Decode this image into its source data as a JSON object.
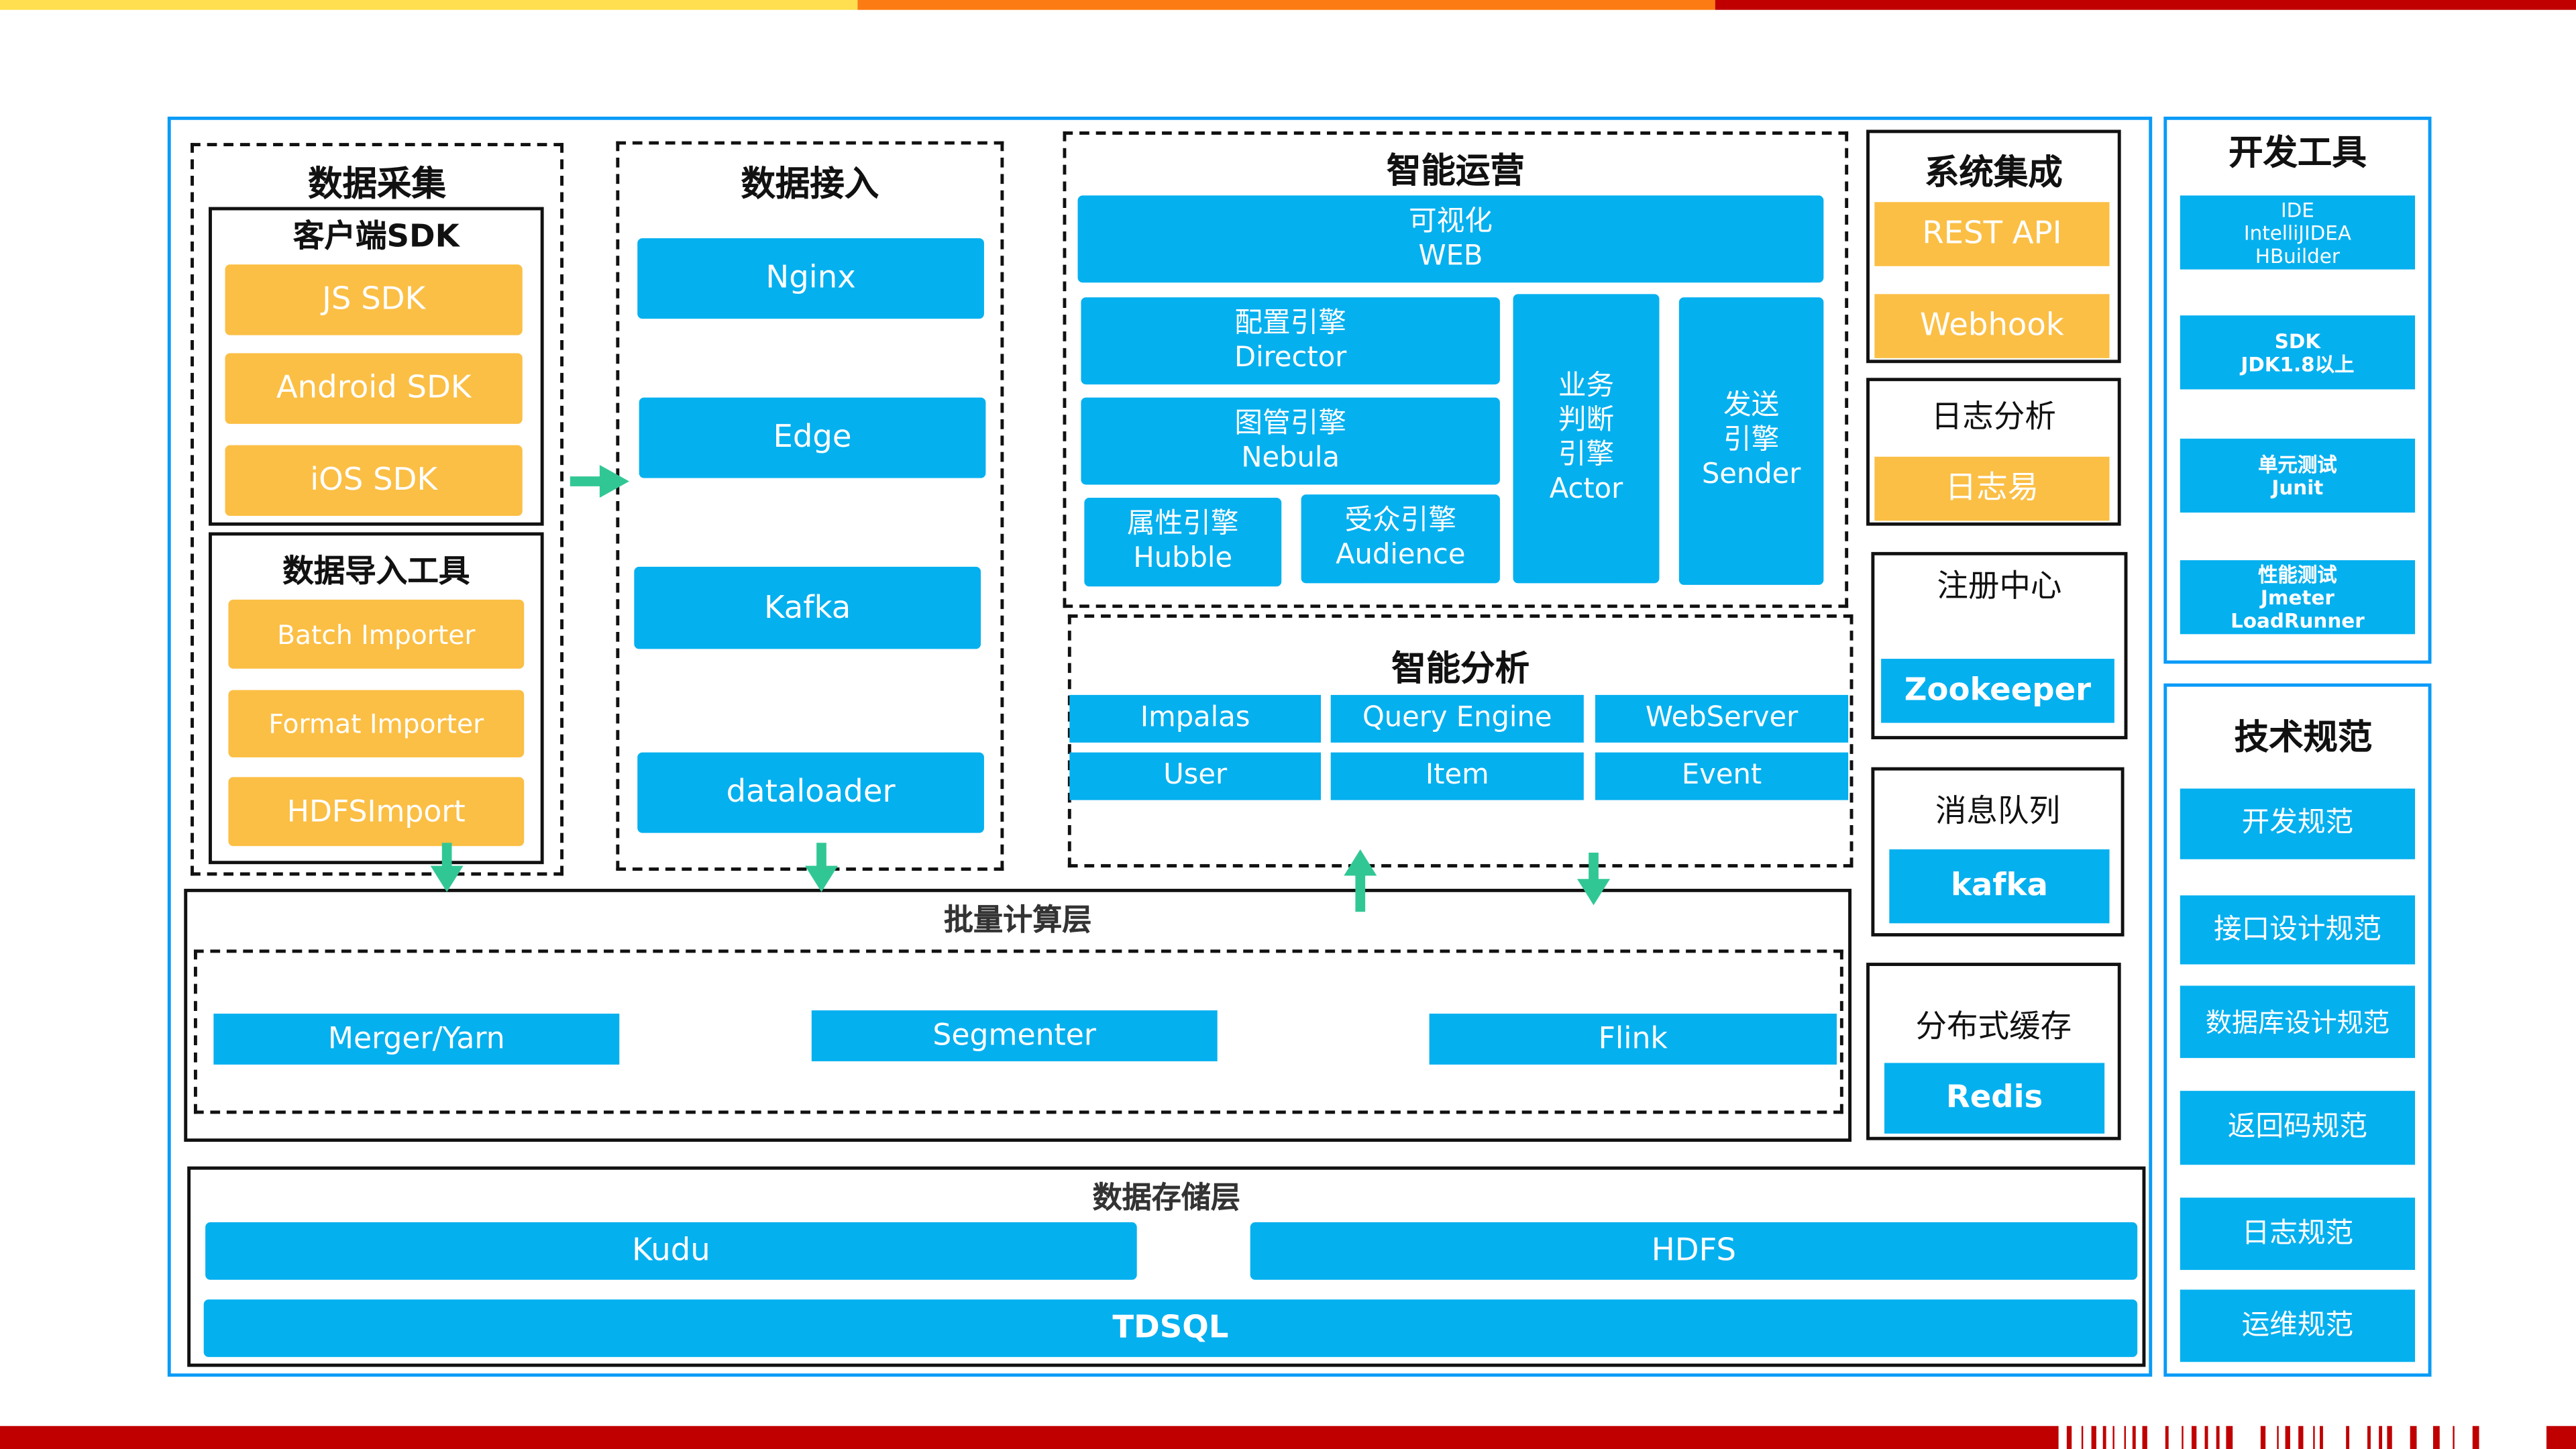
{
  "colors": {
    "frame": "#0a9bf7",
    "box_blue": "#05b0ef",
    "box_orange": "#fbbf45",
    "arrow": "#31c795",
    "bar_yellow": "#ffdf4f",
    "bar_orange": "#fc7b12",
    "bar_red": "#c00000"
  },
  "collection": {
    "title": "数据采集",
    "sdk": {
      "title": "客户端SDK",
      "items": [
        "JS SDK",
        "Android SDK",
        "iOS SDK"
      ]
    },
    "import": {
      "title": "数据导入工具",
      "items": [
        "Batch Importer",
        "Format Importer",
        "HDFSImport"
      ]
    }
  },
  "ingest": {
    "title": "数据接入",
    "items": [
      "Nginx",
      "Edge",
      "Kafka",
      "dataloader"
    ]
  },
  "ops": {
    "title": "智能运营",
    "web": "可视化\nWEB",
    "director": "配置引擎\nDirector",
    "nebula": "图管引擎\nNebula",
    "hubble": "属性引擎\nHubble",
    "audience": "受众引擎\nAudience",
    "actor": "业务\n判断\n引擎\nActor",
    "sender": "发送\n引擎\nSender"
  },
  "analysis": {
    "title": "智能分析",
    "items": [
      "Impalas",
      "Query Engine",
      "WebServer",
      "User",
      "Item",
      "Event"
    ]
  },
  "integration": {
    "title": "系统集成",
    "items": [
      "REST API",
      "Webhook"
    ]
  },
  "log": {
    "title": "日志分析",
    "item": "日志易"
  },
  "registry": {
    "title": "注册中心",
    "item": "Zookeeper"
  },
  "mq": {
    "title": "消息队列",
    "item": "kafka"
  },
  "cache": {
    "title": "分布式缓存",
    "item": "Redis"
  },
  "batch": {
    "title": "批量计算层",
    "items": [
      "Merger/Yarn",
      "Segmenter",
      "Flink"
    ]
  },
  "storage": {
    "title": "数据存储层",
    "items": [
      "Kudu",
      "HDFS",
      "TDSQL"
    ]
  },
  "devtools": {
    "title": "开发工具",
    "items": [
      "IDE\nIntelliJIDEA\nHBuilder",
      "SDK\nJDK1.8以上",
      "单元测试\nJunit",
      "性能测试\nJmeter\nLoadRunner"
    ]
  },
  "standards": {
    "title": "技术规范",
    "items": [
      "开发规范",
      "接口设计规范",
      "数据库设计规范",
      "返回码规范",
      "日志规范",
      "运维规范"
    ]
  }
}
